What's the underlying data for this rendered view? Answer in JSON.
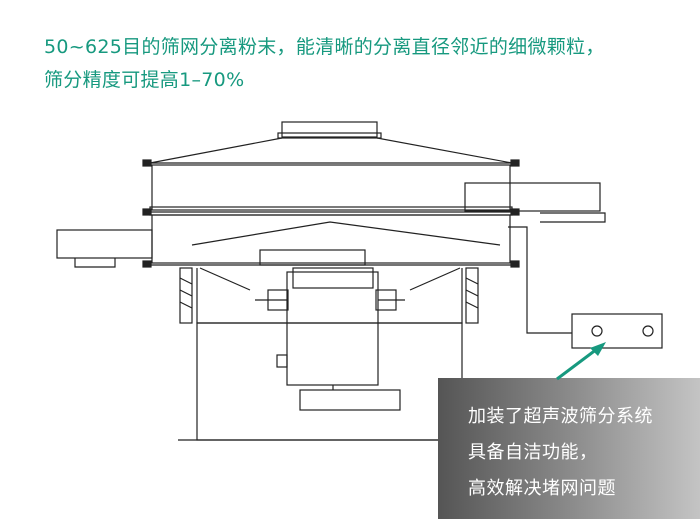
{
  "headline": {
    "line1": "50~625目的筛网分离粉末，能清晰的分离直径邻近的细微颗粒，",
    "line2": "筛分精度可提高1–70%"
  },
  "callout": {
    "line1": "加装了超声波筛分系统",
    "line2": "具备自洁功能，",
    "line3": "高效解决堵网问题"
  },
  "colors": {
    "accent": "#17997f",
    "line": "#222222"
  }
}
